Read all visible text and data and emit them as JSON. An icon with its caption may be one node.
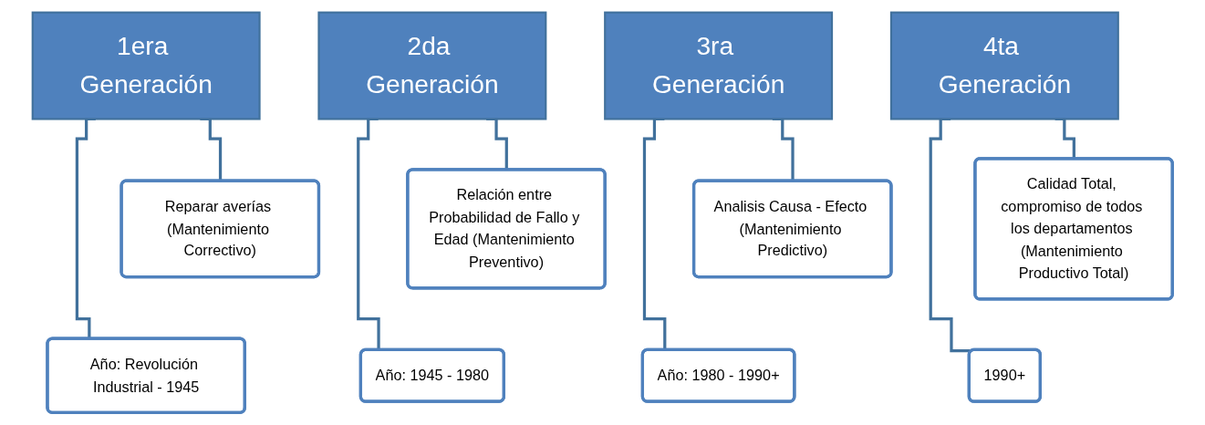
{
  "diagram": {
    "nodes": [
      {
        "text": [
          "1era Generación"
        ]
      },
      {
        "text": [
          "Reparar averías (Mantenimiento Correctivo)"
        ]
      },
      {
        "text": [
          "Año: Revolución Industrial - 1945"
        ]
      },
      {
        "text": [
          "2da Generación"
        ]
      },
      {
        "text": [
          "Relación entre Probabilidad de Fallo y Edad (Mantenimiento Preventivo)"
        ]
      },
      {
        "text": [
          "Año: 1945 - 1980"
        ]
      },
      {
        "text": [
          "3ra Generación"
        ]
      },
      {
        "text": [
          "Analisis Causa - Efecto (Mantenimiento Predictivo)"
        ]
      },
      {
        "text": [
          "Año: 1980 - 1990+"
        ]
      },
      {
        "text": [
          "4ta Generación"
        ]
      },
      {
        "text": [
          "Calidad Total, compromiso de todos los departamentos (Mantenimiento Productivo Total)"
        ]
      },
      {
        "text": [
          "1990+"
        ]
      }
    ],
    "edges": [
      {
        "from": 0,
        "to": 1,
        "arrow": "none"
      },
      {
        "from": 0,
        "to": 2,
        "arrow": "none"
      },
      {
        "from": 3,
        "to": 4,
        "arrow": "none"
      },
      {
        "from": 3,
        "to": 5,
        "arrow": "none"
      },
      {
        "from": 6,
        "to": 7,
        "arrow": "none"
      },
      {
        "from": 6,
        "to": 8,
        "arrow": "none"
      },
      {
        "from": 9,
        "to": 10,
        "arrow": "none"
      },
      {
        "from": 9,
        "to": 11,
        "arrow": "none"
      }
    ]
  }
}
